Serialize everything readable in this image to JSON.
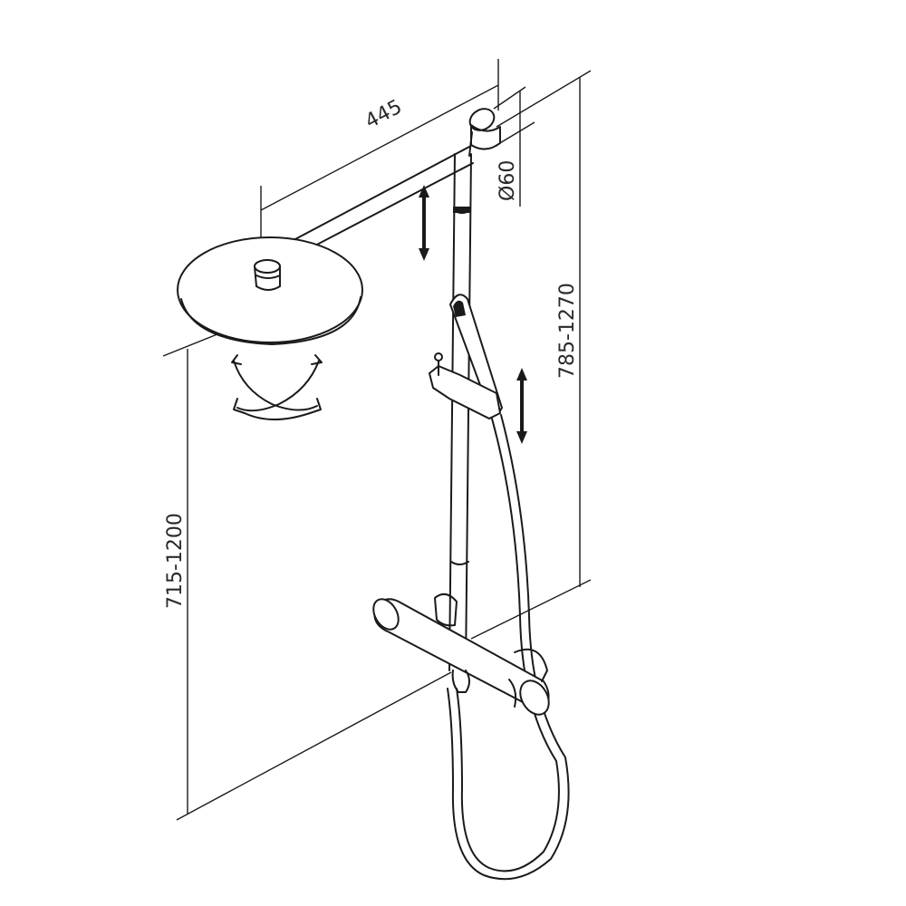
{
  "drawing": {
    "dimensions": {
      "arm_length": "445",
      "rail_diameter": "Ø60",
      "rail_height_range": "785-1270",
      "head_height_range": "715-1200"
    },
    "colors": {
      "line": "#1a1a1a",
      "background": "#ffffff"
    }
  }
}
